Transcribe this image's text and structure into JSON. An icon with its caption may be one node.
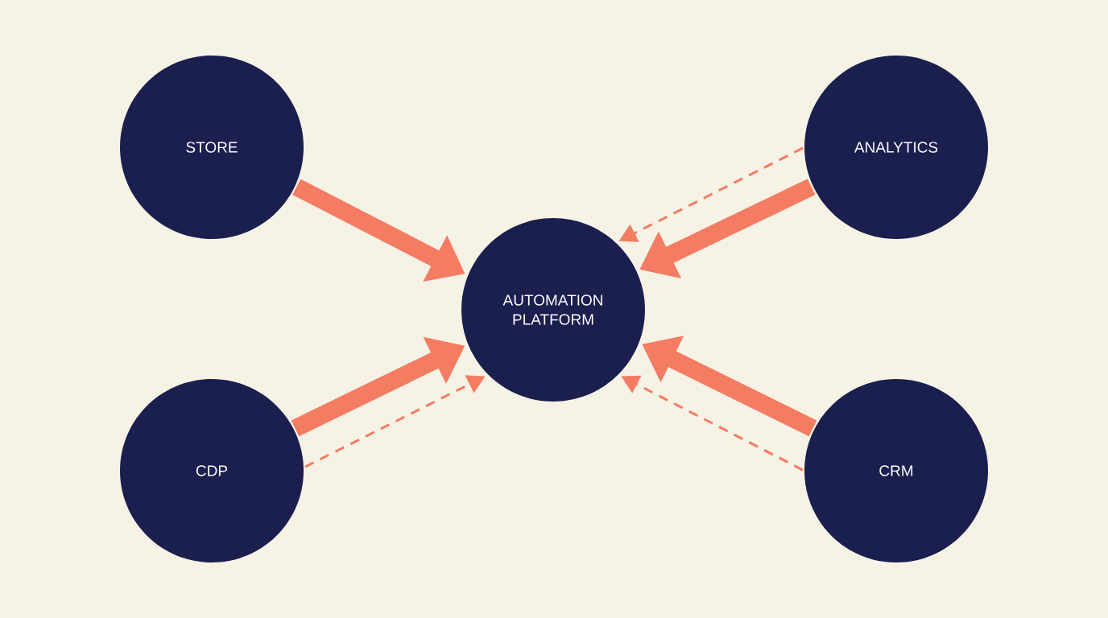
{
  "diagram": {
    "nodes": [
      {
        "text": [
          "STORE"
        ]
      },
      {
        "text": [
          "ANALYTICS"
        ]
      },
      {
        "text": [
          "AUTOMATION PLATFORM"
        ]
      },
      {
        "text": [
          "CDP"
        ]
      },
      {
        "text": [
          "CRM"
        ]
      }
    ],
    "edges": [
      {
        "from": 0,
        "to": 2,
        "arrow": "to"
      },
      {
        "from": 1,
        "to": 2,
        "arrow": "to",
        "style": "dashed"
      },
      {
        "from": 1,
        "to": 2,
        "arrow": "to"
      },
      {
        "from": 3,
        "to": 2,
        "arrow": "to"
      },
      {
        "from": 3,
        "to": 2,
        "arrow": "to",
        "style": "dashed"
      },
      {
        "from": 4,
        "to": 2,
        "arrow": "to"
      },
      {
        "from": 4,
        "to": 2,
        "arrow": "to",
        "style": "dashed"
      }
    ]
  }
}
